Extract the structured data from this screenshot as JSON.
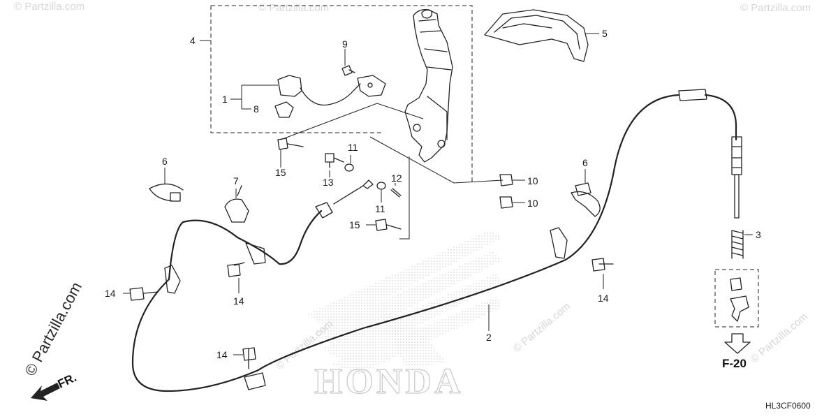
{
  "callouts": {
    "c1": "1",
    "c2": "2",
    "c3": "3",
    "c4": "4",
    "c5": "5",
    "c6a": "6",
    "c6b": "6",
    "c7": "7",
    "c8": "8",
    "c9": "9",
    "c10a": "10",
    "c10b": "10",
    "c11a": "11",
    "c11b": "11",
    "c12": "12",
    "c13": "13",
    "c14a": "14",
    "c14b": "14",
    "c14c": "14",
    "c14d": "14",
    "c15a": "15",
    "c15b": "15"
  },
  "reference": "F-20",
  "direction": "FR.",
  "diagram_code": "HL3CF0600",
  "watermark": "© Partzilla.com",
  "brand_mark": "HONDA"
}
